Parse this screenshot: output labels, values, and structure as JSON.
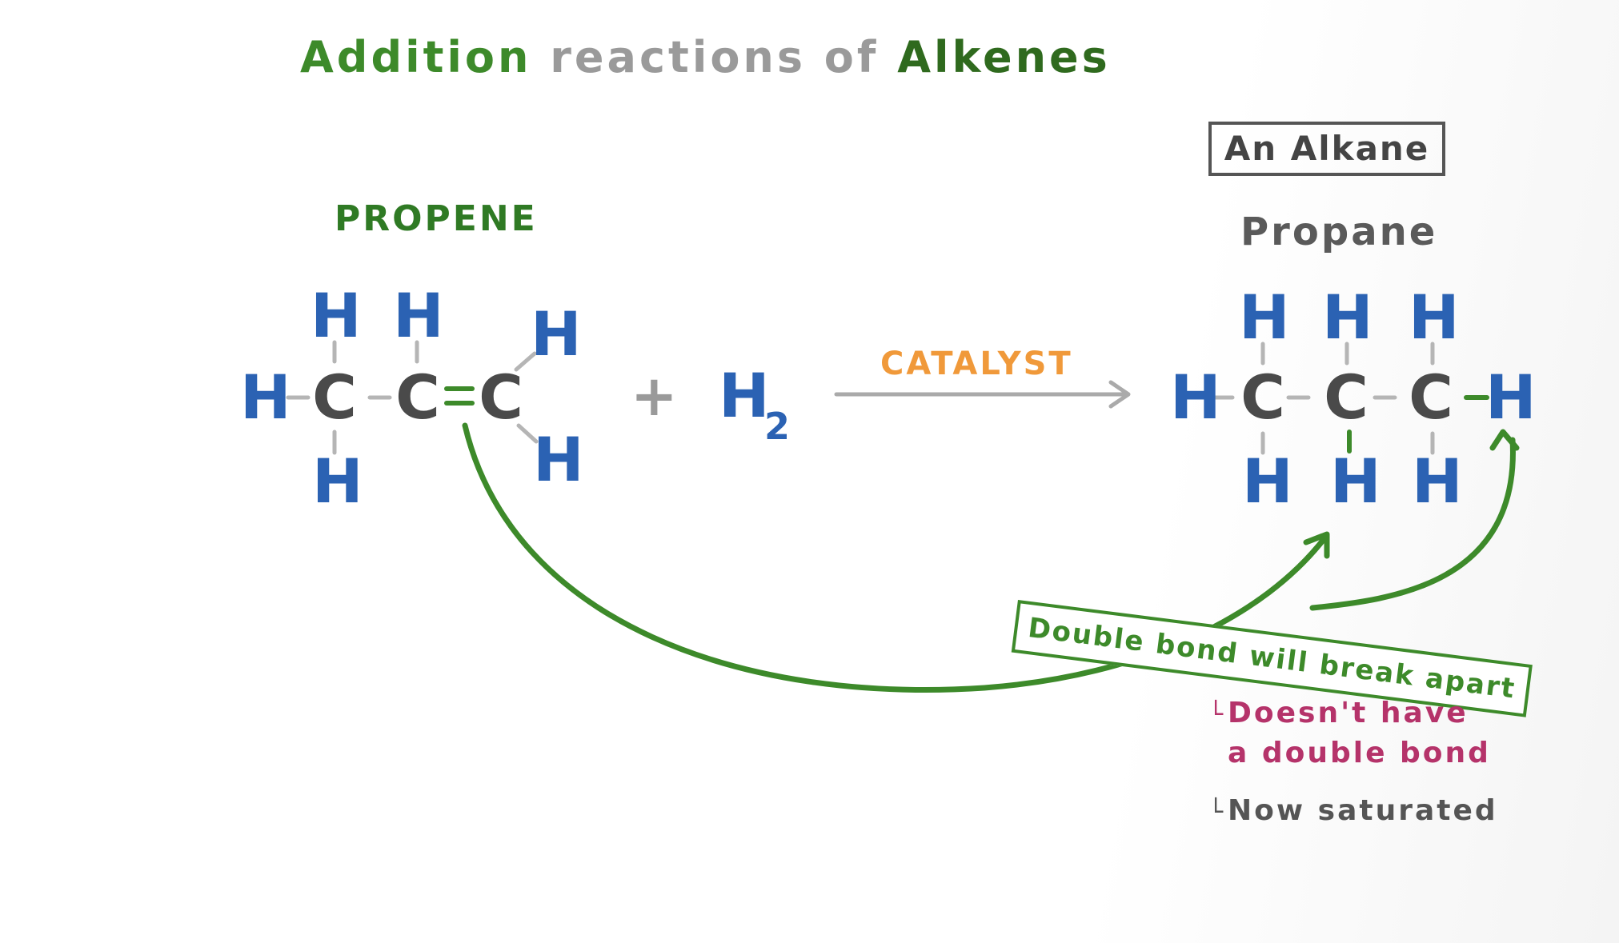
{
  "title": {
    "part1": "Addition",
    "part2": "reactions of",
    "part3": "Alkenes"
  },
  "reactant": {
    "name": "PROPENE",
    "atoms": {
      "carbon": "C",
      "hydrogen": "H"
    }
  },
  "plus_sign": "+",
  "reagent": {
    "symbol": "H",
    "subscript": "2"
  },
  "arrow_label": "CATALYST",
  "product": {
    "category": "An Alkane",
    "name": "Propane"
  },
  "callout": "Double bond will break apart",
  "notes": [
    {
      "line1": "Doesn't have",
      "line2": "a double bond"
    },
    {
      "line1": "Now saturated"
    }
  ],
  "colors": {
    "title_green": "#3d8a2a",
    "title_grey": "#9a9a9a",
    "hydrogen_blue": "#2b62b3",
    "carbon_grey": "#4a4a4a",
    "catalyst_orange": "#f0993a",
    "arrow_green": "#3d8a2a",
    "note_magenta": "#b5336a"
  }
}
